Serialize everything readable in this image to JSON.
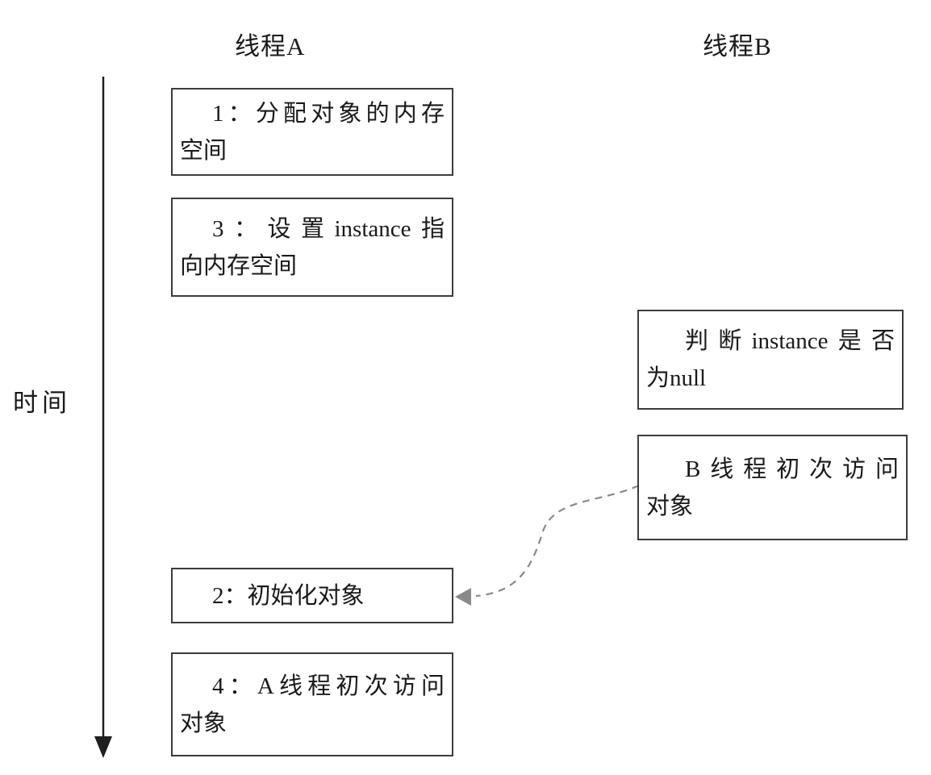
{
  "headers": {
    "thread_a": "线程A",
    "thread_b": "线程B"
  },
  "time_axis": {
    "label": "时间"
  },
  "thread_a_boxes": [
    {
      "id": "step-1",
      "text": "1：分配对象的内存空间",
      "lines": [
        "1：分配对象的内存",
        "空间"
      ]
    },
    {
      "id": "step-3",
      "text": "3：设置instance指向内存空间",
      "lines": [
        "3：设置instance指",
        "向内存空间"
      ]
    },
    {
      "id": "step-2",
      "text": "2：初始化对象",
      "lines": [
        "2：初始化对象"
      ]
    },
    {
      "id": "step-4",
      "text": "4：A线程初次访问对象",
      "lines": [
        "4：A线程初次访问",
        "对象"
      ]
    }
  ],
  "thread_b_boxes": [
    {
      "id": "check-instance-null",
      "text": "判断instance是否为null",
      "lines": [
        "判断instance是否",
        "为null"
      ]
    },
    {
      "id": "b-first-access",
      "text": "B线程初次访问对象",
      "lines": [
        "B线程初次访问",
        "对象"
      ]
    }
  ],
  "colors": {
    "page_bg": "#ffffff",
    "text": "#1a1a1a",
    "box_border": "#3c3c3c",
    "axis": "#1f1f1f",
    "dashed_arrow": "#8a8a8a"
  }
}
